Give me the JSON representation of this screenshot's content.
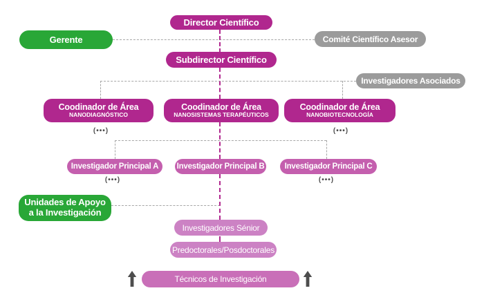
{
  "colors": {
    "magenta": "#b0278e",
    "principal": "#c45fae",
    "orchid": "#cc82c4",
    "orchid_deep": "#c96fb8",
    "green": "#29a737",
    "gray": "#9b9b9b",
    "line": "#a6a6a6",
    "dark": "#4d4d4d"
  },
  "top": {
    "director": "Director Científico",
    "gerente": "Gerente",
    "comite": "Comité Científico Asesor",
    "subdirector": "Subdirector Científico",
    "asociados": "Investigadores Asociados"
  },
  "coordinators": [
    {
      "title": "Coodinador de Área",
      "subtitle": "NANODIAGNÓSTICO"
    },
    {
      "title": "Coodinador de Área",
      "subtitle": "NANOSISTEMAS TERAPÉUTICOS"
    },
    {
      "title": "Coodinador de Área",
      "subtitle": "NANOBIOTECNOLOGÍA"
    }
  ],
  "principals": [
    "Investigador Principal A",
    "Investigador Principal B",
    "Investigador Principal C"
  ],
  "support": {
    "line1": "Unidades de Apoyo",
    "line2": "a la Investigación"
  },
  "staff": {
    "senior": "Investigadores Sénior",
    "predoc": "Predoctorales/Posdoctorales",
    "tecnicos": "Técnicos de Investigación"
  },
  "ellipsis": "(•••)",
  "icons": {
    "up_arrow": "arrow-up"
  }
}
